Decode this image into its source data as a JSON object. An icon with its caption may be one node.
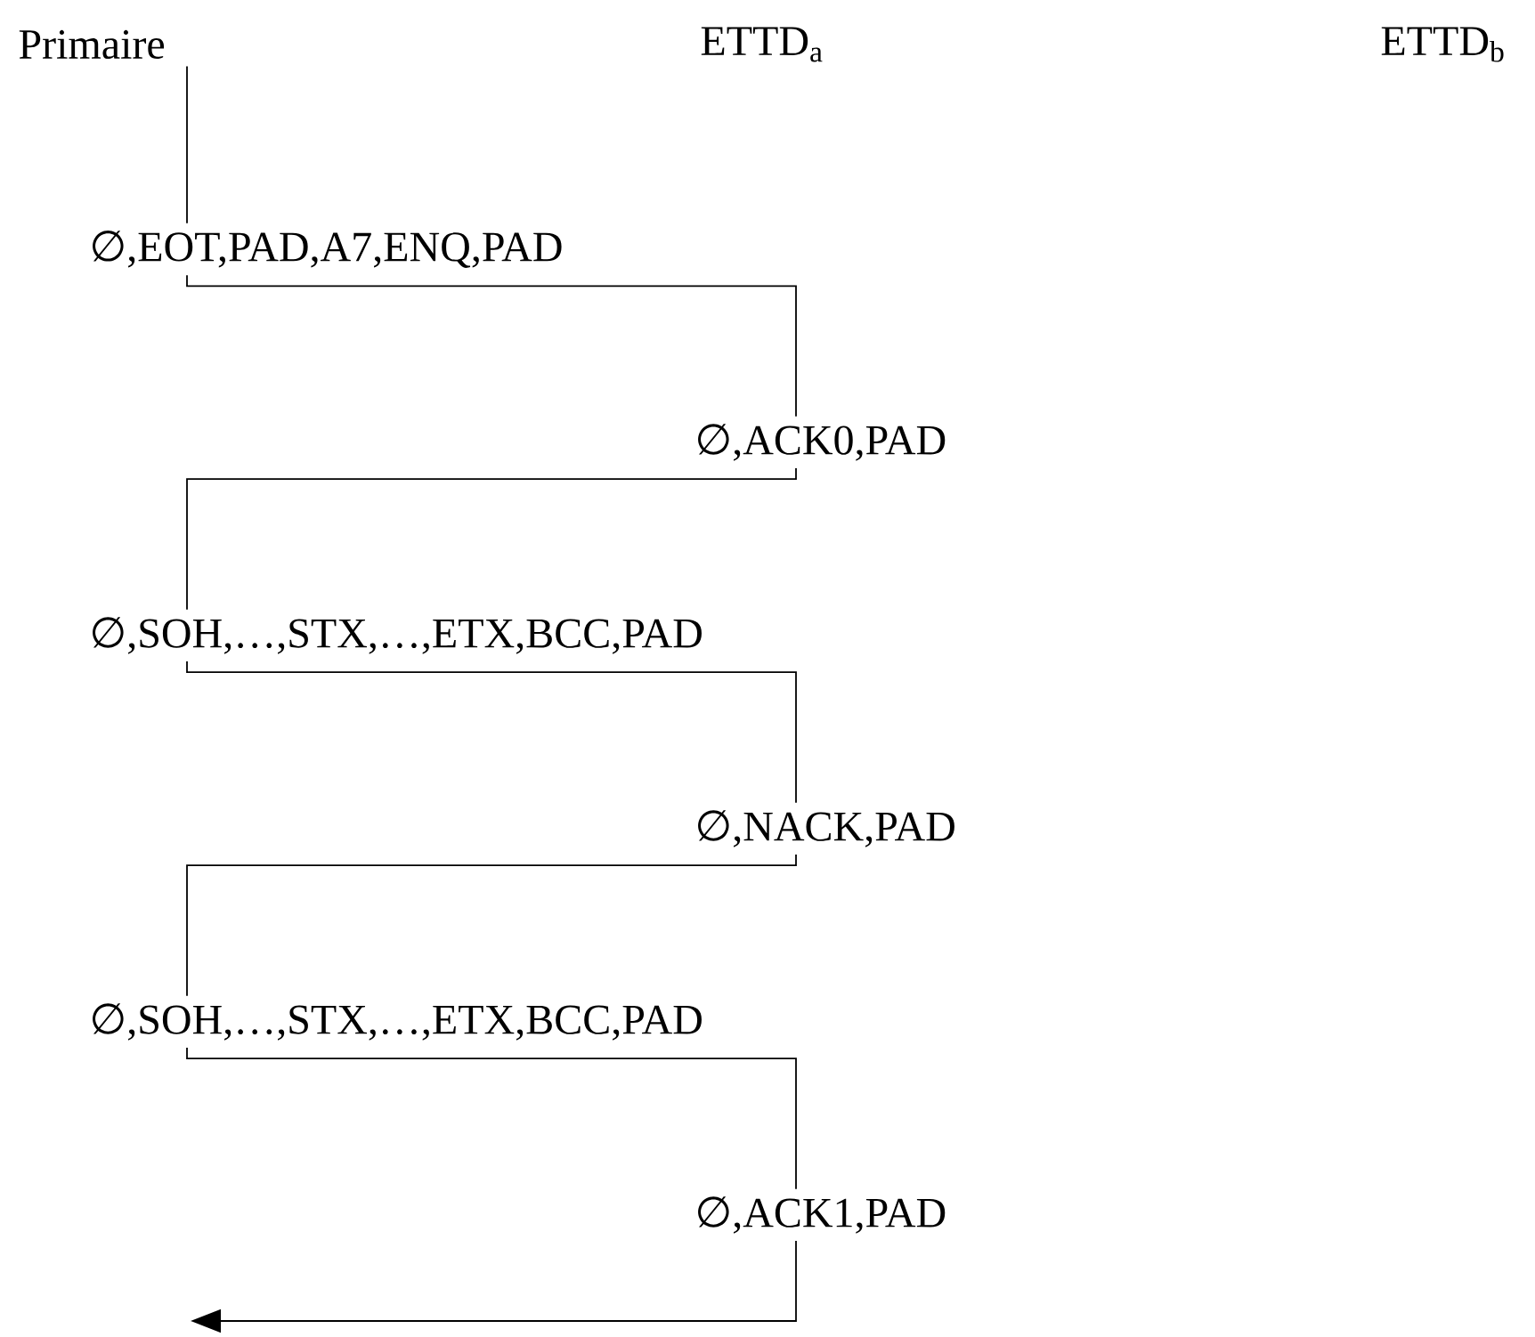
{
  "diagram": {
    "nodes": [
      {
        "text": [
          "Primaire"
        ]
      },
      {
        "text": [
          "ETTD$_{a}$"
        ]
      },
      {
        "text": [
          "ETTD$_{b}$"
        ]
      },
      {
        "text": [
          "∅,EOT,PAD,A7,ENQ,PAD"
        ]
      },
      {
        "text": [
          "∅,ACK0,PAD"
        ]
      },
      {
        "text": [
          "∅,SOH,…,STX,…,ETX,BCC,PAD"
        ]
      },
      {
        "text": [
          "∅,NACK,PAD"
        ]
      },
      {
        "text": [
          "∅,SOH,…,STX,…,ETX,BCC,PAD"
        ]
      },
      {
        "text": [
          "∅,ACK1,PAD"
        ]
      }
    ],
    "edges": [
      {
        "from": 0,
        "to": 3,
        "arrow": "none"
      },
      {
        "from": 3,
        "to": 4,
        "arrow": "none"
      },
      {
        "from": 4,
        "to": 5,
        "arrow": "none"
      },
      {
        "from": 5,
        "to": 6,
        "arrow": "none"
      },
      {
        "from": 6,
        "to": 7,
        "arrow": "none"
      },
      {
        "from": 7,
        "to": 8,
        "arrow": "none"
      },
      {
        "from": 8,
        "to": null,
        "arrow": "to"
      }
    ]
  }
}
